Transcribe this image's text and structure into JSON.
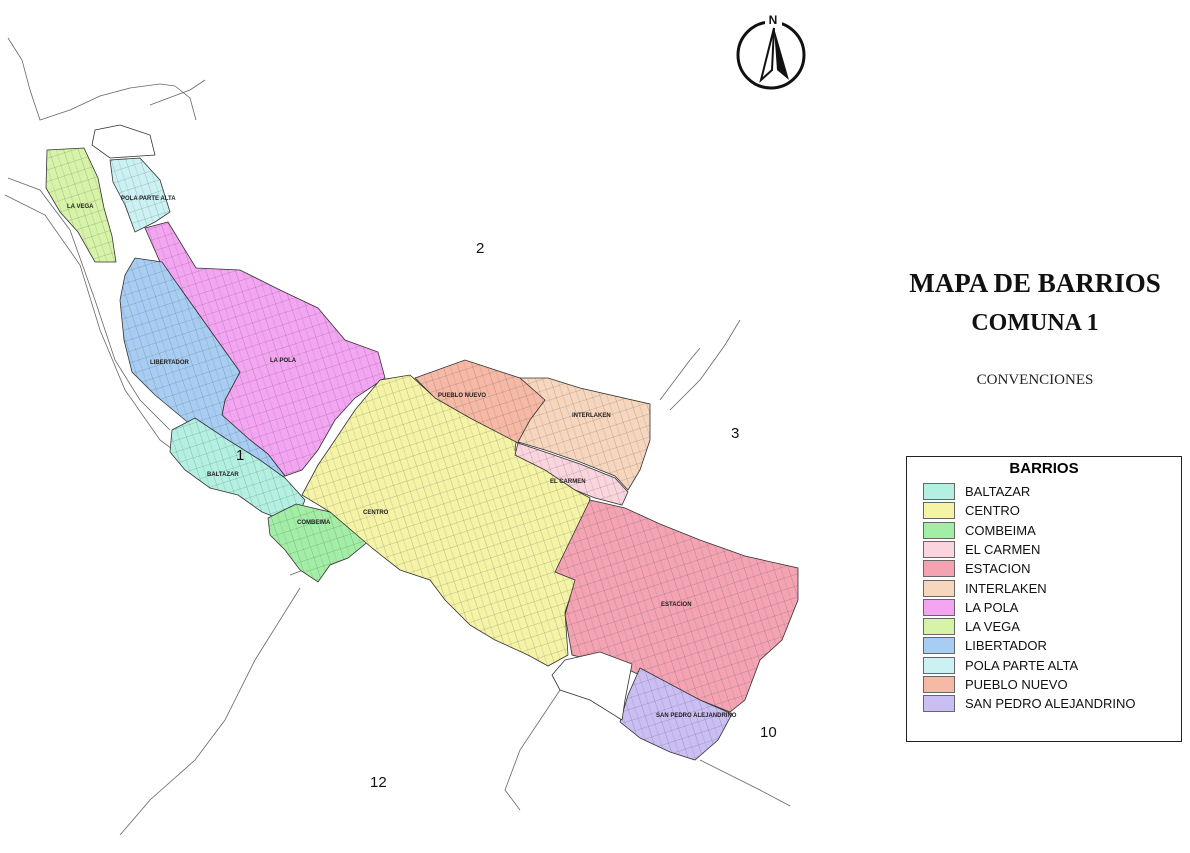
{
  "title_line1": "MAPA DE  BARRIOS",
  "title_line2": "COMUNA  1",
  "subtitle": "CONVENCIONES",
  "north_letter": "N",
  "legend": {
    "title": "BARRIOS",
    "items": [
      {
        "label": "BALTAZAR",
        "color": "#b3f0e2"
      },
      {
        "label": "CENTRO",
        "color": "#f4f3a6"
      },
      {
        "label": "COMBEIMA",
        "color": "#a3eea6"
      },
      {
        "label": "EL CARMEN",
        "color": "#fbd5de"
      },
      {
        "label": "ESTACION",
        "color": "#f4a3b3"
      },
      {
        "label": "INTERLAKEN",
        "color": "#f6d6bd"
      },
      {
        "label": "LA POLA",
        "color": "#f4a5f2"
      },
      {
        "label": "LA VEGA",
        "color": "#d6f3a8"
      },
      {
        "label": "LIBERTADOR",
        "color": "#a8cdf2"
      },
      {
        "label": "POLA PARTE ALTA",
        "color": "#cbf1f2"
      },
      {
        "label": "PUEBLO NUEVO",
        "color": "#f6b9a6"
      },
      {
        "label": "SAN PEDRO ALEJANDRINO",
        "color": "#cbbef3"
      }
    ]
  },
  "map_labels": {
    "la_vega": "LA VEGA",
    "pola_parte_alta": "POLA PARTE ALTA",
    "libertador": "LIBERTADOR",
    "la_pola": "LA POLA",
    "pueblo_nuevo": "PUEBLO NUEVO",
    "interlaken": "INTERLAKEN",
    "el_carmen": "EL CARMEN",
    "baltazar": "BALTAZAR",
    "centro": "CENTRO",
    "combeima": "COMBEIMA",
    "estacion": "ESTACION",
    "san_pedro": "SAN PEDRO ALEJANDRINO"
  },
  "comunas": {
    "c1": "1",
    "c2": "2",
    "c3": "3",
    "c10": "10",
    "c12": "12"
  }
}
